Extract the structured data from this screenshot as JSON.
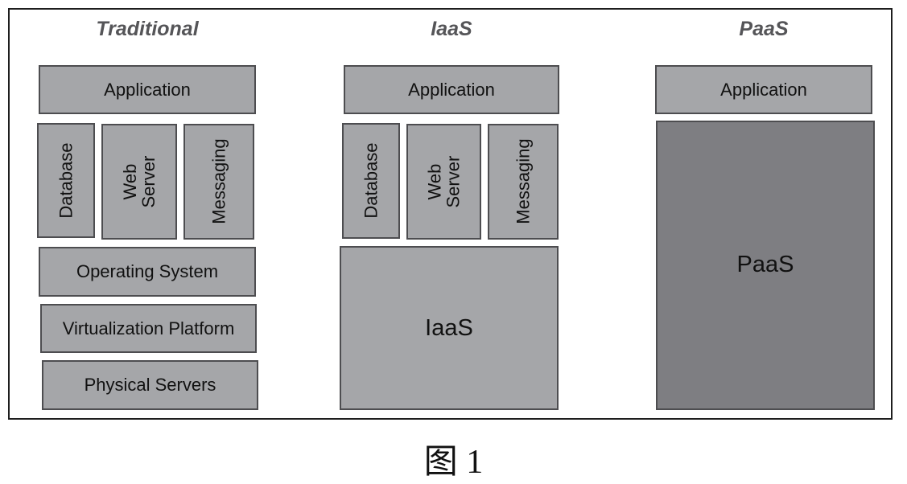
{
  "columns": {
    "traditional": {
      "title": "Traditional",
      "application": "Application",
      "middleware": [
        "Database",
        "Web Server",
        "Messaging"
      ],
      "operating_system": "Operating System",
      "virtualization": "Virtualization Platform",
      "physical": "Physical Servers"
    },
    "iaas": {
      "title": "IaaS",
      "application": "Application",
      "middleware": [
        "Database",
        "Web Server",
        "Messaging"
      ],
      "platform": "IaaS"
    },
    "paas": {
      "title": "PaaS",
      "application": "Application",
      "platform": "PaaS"
    }
  },
  "caption": "图 1",
  "colors": {
    "box_fill": "#a5a6a9",
    "box_border": "#4d4d50",
    "paas_fill": "#7e7e82",
    "title_color": "#555558",
    "frame_border": "#1e1e1e"
  }
}
